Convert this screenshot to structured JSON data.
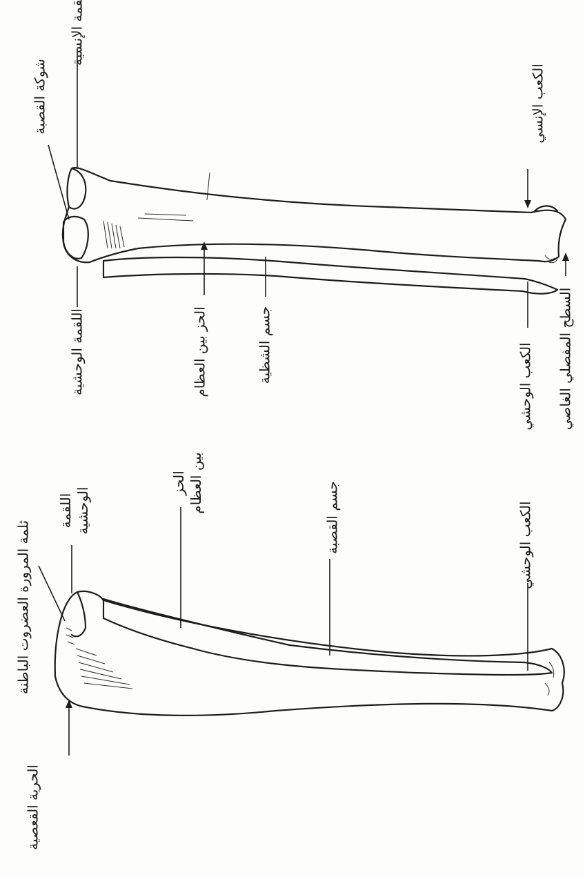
{
  "bones": {
    "left_figure": {
      "labels": {
        "trochlear_notch": "ثلمة المرورة العضروت الباطنة",
        "olecranon_crest": "الحرية القعصية",
        "lateral_head_1": "اللقمة",
        "lateral_head_2": "الوحشية",
        "interosseous_1": "الحز",
        "interosseous_2": "بين العظام",
        "shaft": "جسم القصبة",
        "lateral_malleolus": "الكعب الوحشي"
      }
    },
    "right_figure": {
      "labels": {
        "medial_condyle": "اللقمة الإنسية",
        "tibial_spine": "شوكة القصبة",
        "lateral_condyle": "اللقمة الوحشية",
        "interosseous": "الحز بين العظام",
        "fibula_shaft": "جسم الشظية",
        "medial_malleolus": "الكعب الإنسي",
        "lateral_malleolus": "الكعب الوحشي",
        "articular_surface": "السطح المفصلي الغاصي"
      }
    }
  }
}
